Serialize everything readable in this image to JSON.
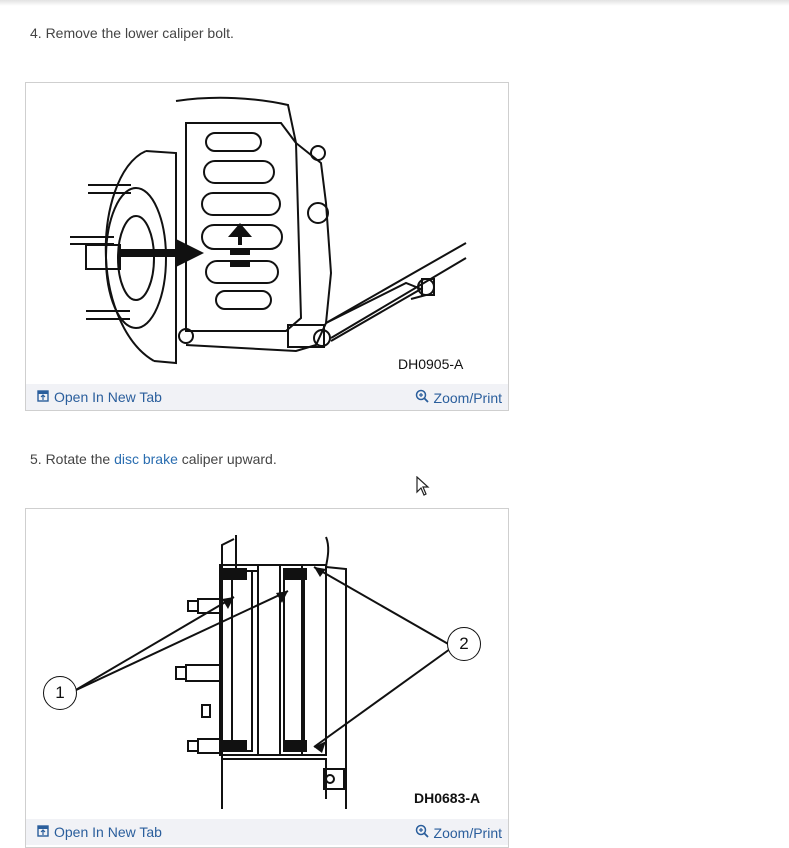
{
  "steps": [
    {
      "text": "4. Remove the lower caliper bolt.",
      "figure_code": "DH0905-A"
    },
    {
      "text_before": "5. Rotate the ",
      "link_text": "disc brake",
      "text_after": " caliper upward.",
      "figure_code": "DH0683-A",
      "callouts": [
        "1",
        "2"
      ]
    }
  ],
  "figure_actions": {
    "open_label": "Open In New Tab",
    "zoom_label": "Zoom/Print"
  },
  "colors": {
    "link": "#2a6db0",
    "footer_bg": "#f1f2f6",
    "footer_text": "#2a5e9c"
  },
  "icons": [
    "open-in-new-tab-icon",
    "zoom-icon",
    "mouse-cursor-icon"
  ]
}
